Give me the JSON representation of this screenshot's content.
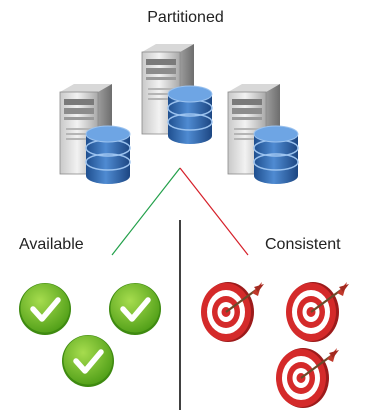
{
  "diagram": {
    "title": "Partitioned",
    "left_label": "Available",
    "right_label": "Consistent",
    "server_icon": "server-database-icon",
    "available_icon": "green-checkmark-icon",
    "consistent_icon": "red-target-with-arrow-icon",
    "colors": {
      "available_line": "#22a04a",
      "consistent_line": "#d6202a",
      "divider": "#111111",
      "check_green": "#7cc42a",
      "target_red": "#d42a2a",
      "db_blue": "#2f63a8"
    }
  }
}
